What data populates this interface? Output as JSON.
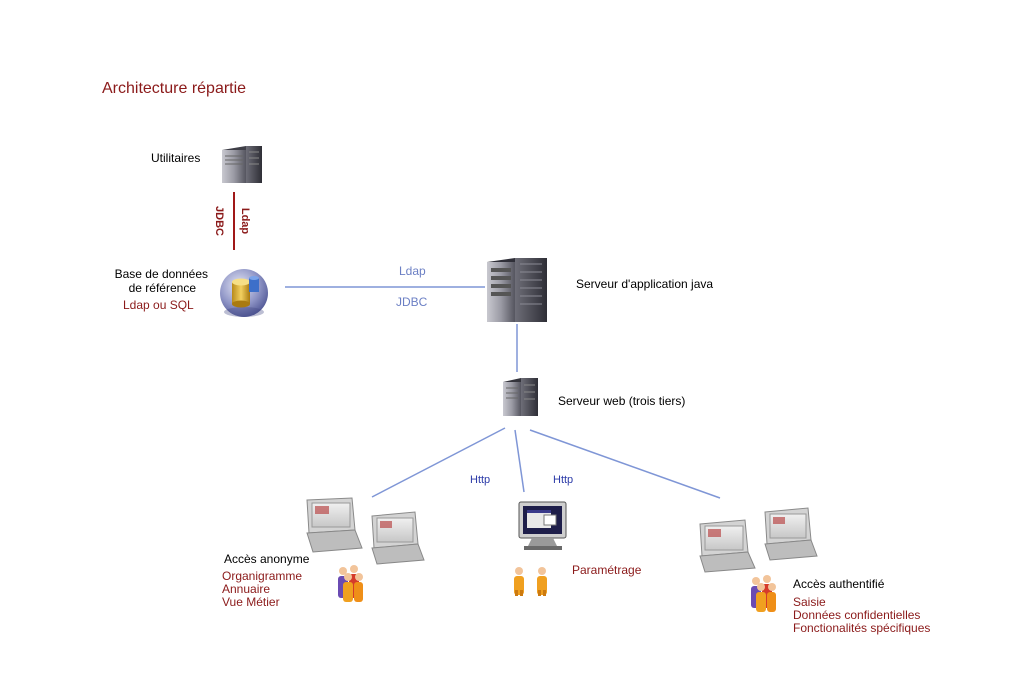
{
  "title": "Architecture répartie",
  "utilitaires": "Utilitaires",
  "link_ldap_v": "Ldap",
  "link_jdbc_v": "JDBC",
  "db": {
    "line1": "Base de données",
    "line2": "de référence",
    "type": "Ldap ou SQL"
  },
  "link_ldap_h": "Ldap",
  "link_jdbc_h": "JDBC",
  "app_server": "Serveur d'application java",
  "web_server": "Serveur web (trois tiers)",
  "http1": "Http",
  "http2": "Http",
  "anon": {
    "title": "Accès anonyme",
    "items": [
      "Organigramme",
      "Annuaire",
      "Vue Métier"
    ]
  },
  "param": "Paramétrage",
  "auth": {
    "title": "Accès authentifié",
    "items": [
      "Saisie",
      "Données confidentielles",
      "Fonctionalités spécifiques"
    ]
  },
  "colors": {
    "accent_red": "#8b1a1a",
    "link_blue": "#7f96d6",
    "link_red": "#a01818"
  }
}
